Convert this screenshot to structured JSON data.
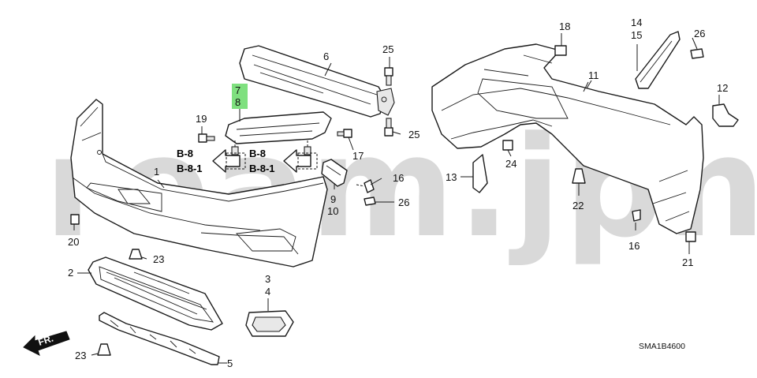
{
  "watermark": "ream.jpn",
  "diagram_code": "SMA1B4600",
  "direction_label": "FR.",
  "highlight_color": "#7fe07f",
  "ref_labels": [
    "B-8",
    "B-8-1",
    "B-8",
    "B-8-1"
  ],
  "callouts": {
    "c1": "1",
    "c2": "2",
    "c3": "3",
    "c4": "4",
    "c5": "5",
    "c6": "6",
    "c7": "7",
    "c8": "8",
    "c9": "9",
    "c10": "10",
    "c11": "11",
    "c12": "12",
    "c13": "13",
    "c14": "14",
    "c15": "15",
    "c16a": "16",
    "c16b": "16",
    "c17": "17",
    "c18": "18",
    "c19": "19",
    "c20": "20",
    "c21": "21",
    "c22": "22",
    "c23a": "23",
    "c23b": "23",
    "c24": "24",
    "c25a": "25",
    "c25b": "25",
    "c26a": "26",
    "c26b": "26"
  }
}
